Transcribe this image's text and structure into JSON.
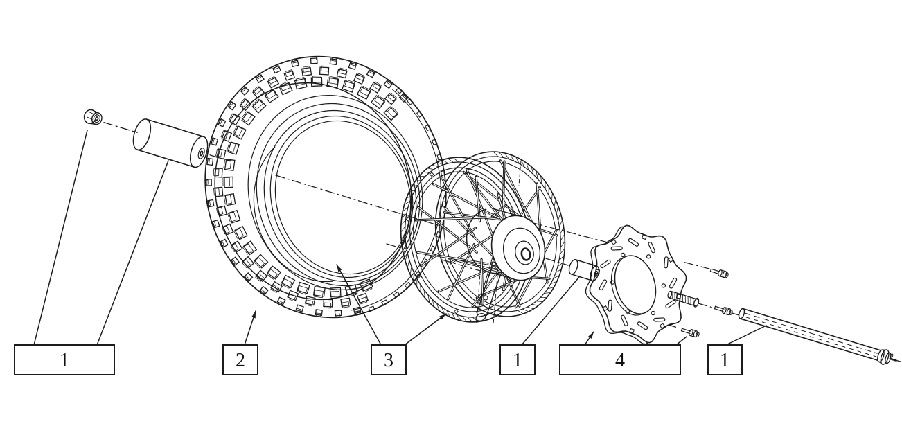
{
  "figure": {
    "background": "#ffffff",
    "ink": "#1c1c1c"
  },
  "callouts": [
    {
      "label": "1"
    },
    {
      "label": "2"
    },
    {
      "label": "3"
    },
    {
      "label": "1"
    },
    {
      "label": "4"
    },
    {
      "label": "1"
    }
  ]
}
